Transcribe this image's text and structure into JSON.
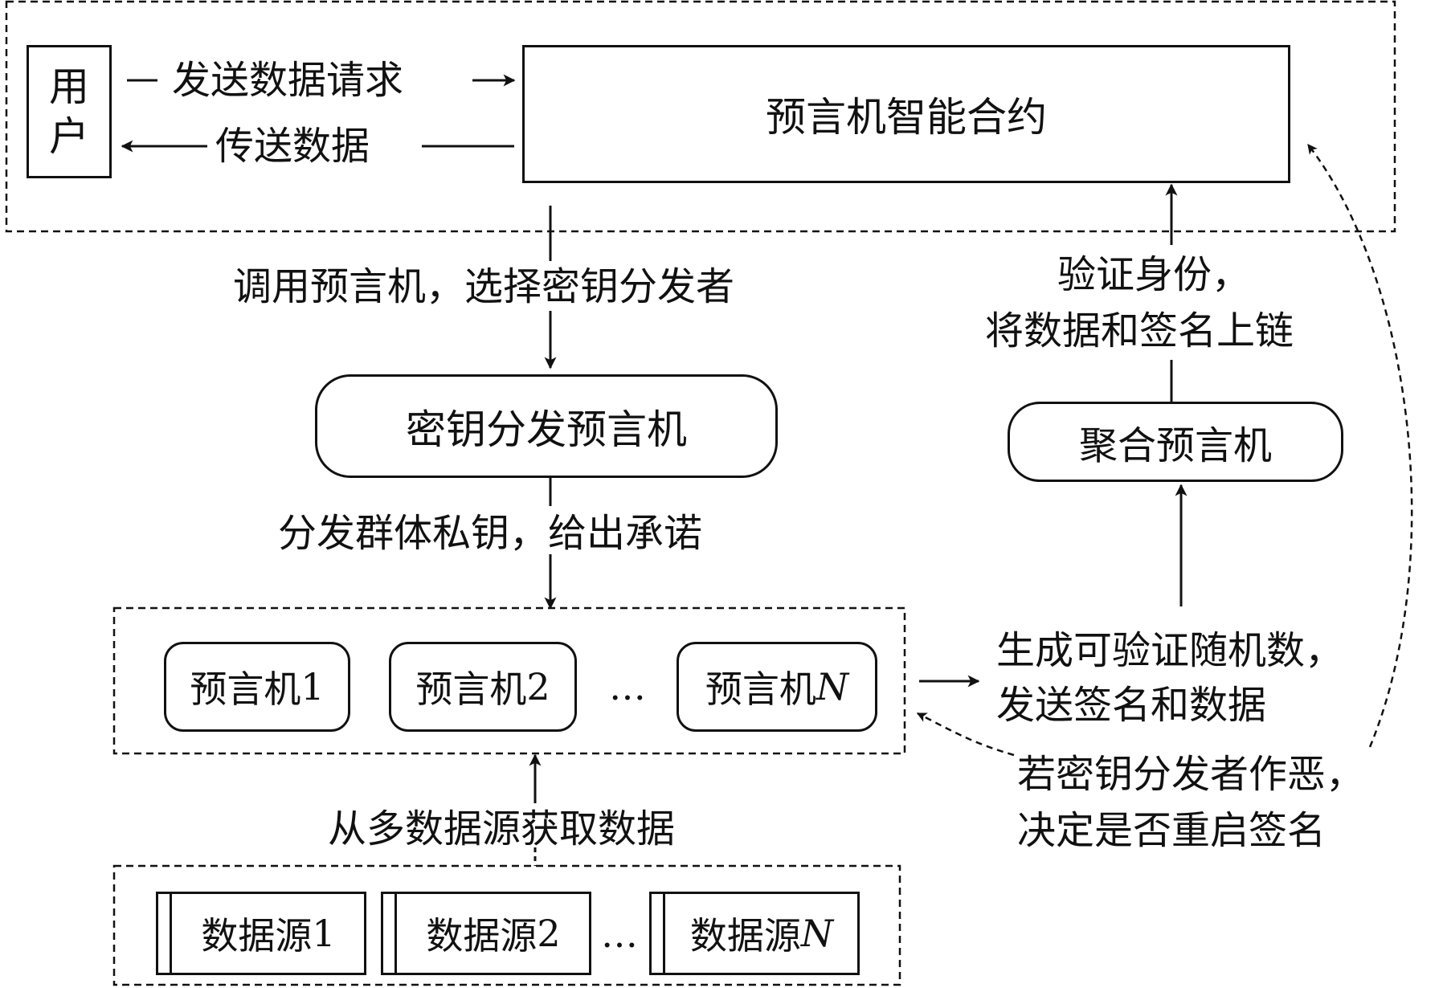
{
  "user_box": {
    "chars": [
      "用",
      "户"
    ]
  },
  "arrow_labels": {
    "send_request": "发送数据请求",
    "transmit_data": "传送数据",
    "call_oracle": "调用预言机，选择密钥分发者",
    "distribute_key_line1": "分发群体私钥，给出承诺",
    "verify_line1": "验证身份，",
    "verify_line2": "将数据和签名上链",
    "fetch_data": "从多数据源获取数据",
    "generate_line1": "生成可验证随机数，",
    "generate_line2": "发送签名和数据",
    "malicious_line1": "若密钥分发者作恶，",
    "malicious_line2": "决定是否重启签名"
  },
  "nodes": {
    "smart_contract": "预言机智能合约",
    "key_distribution_oracle": "密钥分发预言机",
    "aggregation_oracle": "聚合预言机",
    "oracles": [
      {
        "prefix": "预言机",
        "index": "1",
        "italic": false
      },
      {
        "prefix": "预言机",
        "index": "2",
        "italic": false
      },
      {
        "prefix": "预言机",
        "index": "N",
        "italic": true
      }
    ],
    "oracles_ellipsis": "…",
    "data_sources": [
      {
        "prefix": "数据源",
        "index": "1",
        "italic": false
      },
      {
        "prefix": "数据源",
        "index": "2",
        "italic": false
      },
      {
        "prefix": "数据源",
        "index": "N",
        "italic": true
      }
    ],
    "sources_ellipsis": "…"
  }
}
